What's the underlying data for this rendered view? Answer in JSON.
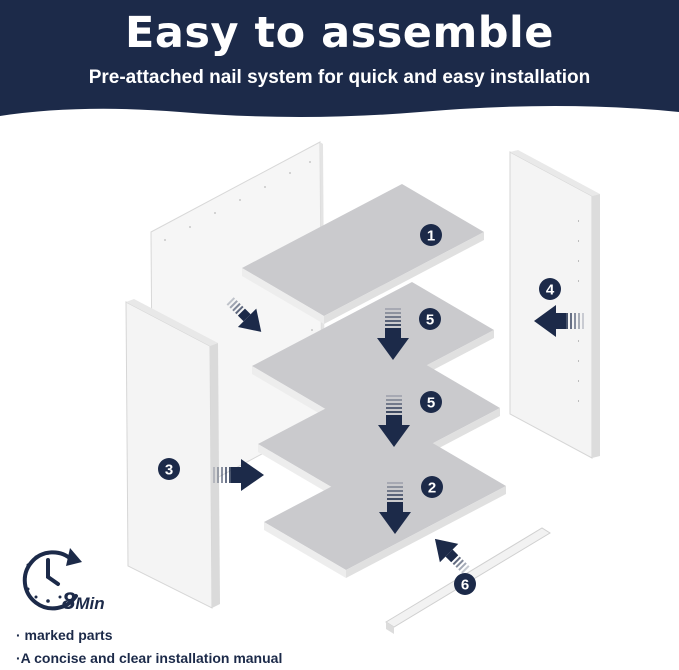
{
  "header": {
    "title": "Easy to assemble",
    "subtitle": "Pre-attached nail system for quick and easy installation"
  },
  "parts": [
    {
      "label": "1"
    },
    {
      "label": "5"
    },
    {
      "label": "5"
    },
    {
      "label": "2"
    },
    {
      "label": "4"
    },
    {
      "label": "3"
    },
    {
      "label": "6"
    }
  ],
  "timer": {
    "value": "8",
    "unit": "Min"
  },
  "notes": [
    "· marked parts",
    "·A concise and clear installation manual"
  ],
  "colors": {
    "navy": "#1c2a49",
    "panel_light": "#f7f7f7",
    "shelf_grey": "#c9c9cc"
  }
}
